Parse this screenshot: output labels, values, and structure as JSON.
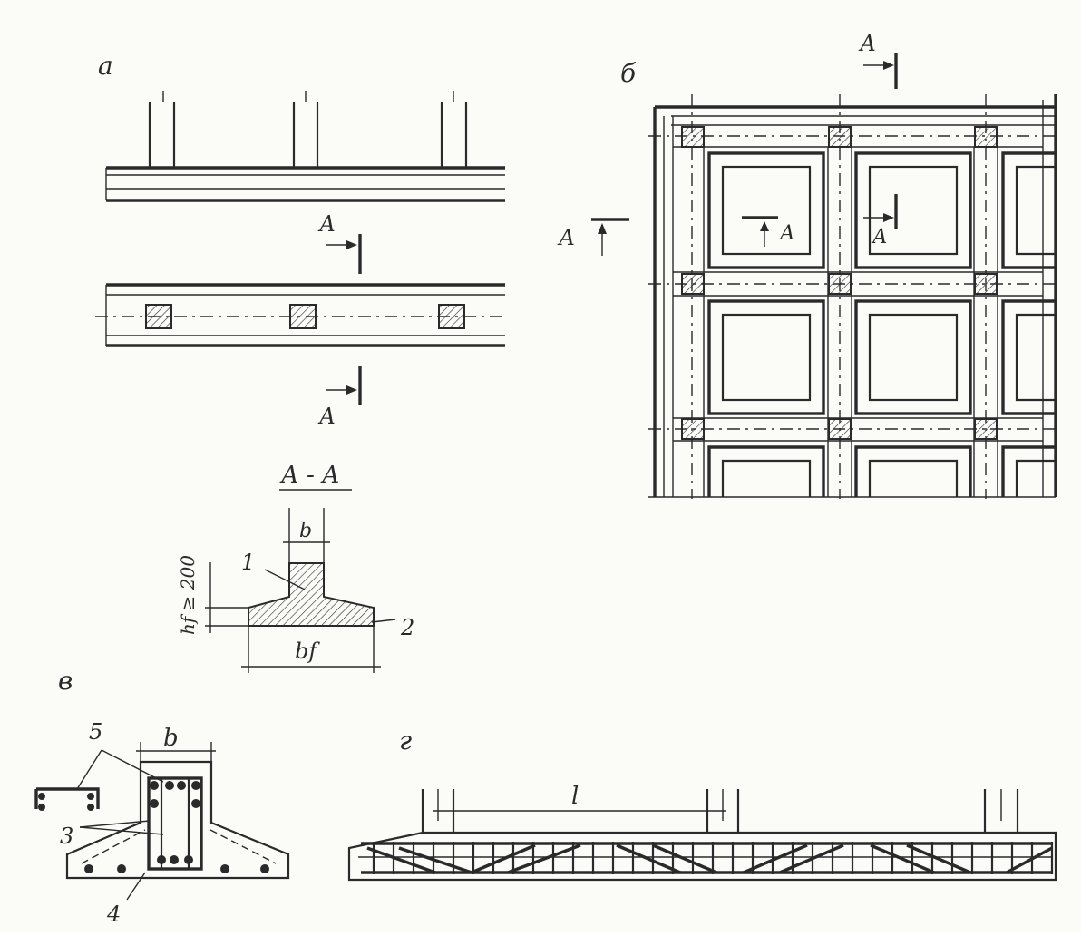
{
  "labels": {
    "panel_a": "а",
    "panel_b": "б",
    "panel_v": "в",
    "panel_g": "г",
    "section_mark": "А",
    "section_title": "А - А",
    "dim_b": "b",
    "dim_bf": "bf",
    "dim_hf": "hf ≥ 200",
    "dim_l": "l",
    "callout_1": "1",
    "callout_2": "2",
    "callout_3": "3",
    "callout_4": "4",
    "callout_5": "5"
  },
  "colors": {
    "ink": "#2a2a2a",
    "paper": "#fbfbf8"
  }
}
